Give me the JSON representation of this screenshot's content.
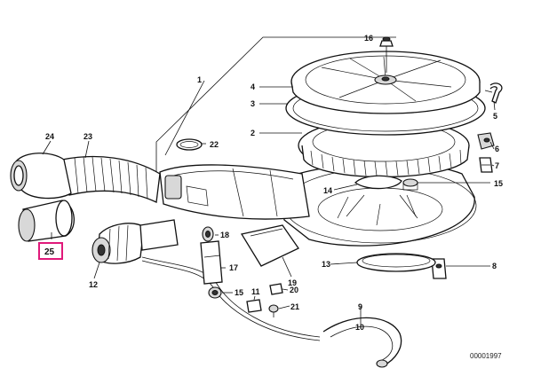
{
  "diagram": {
    "callouts": [
      "1",
      "2",
      "3",
      "4",
      "5",
      "6",
      "7",
      "8",
      "9",
      "10",
      "11",
      "12",
      "13",
      "14",
      "15",
      "16",
      "17",
      "18",
      "19",
      "20",
      "21",
      "22",
      "23",
      "24"
    ],
    "highlighted_callout": "25",
    "highlight_color": "#e0197a",
    "document_number": "00001997"
  }
}
